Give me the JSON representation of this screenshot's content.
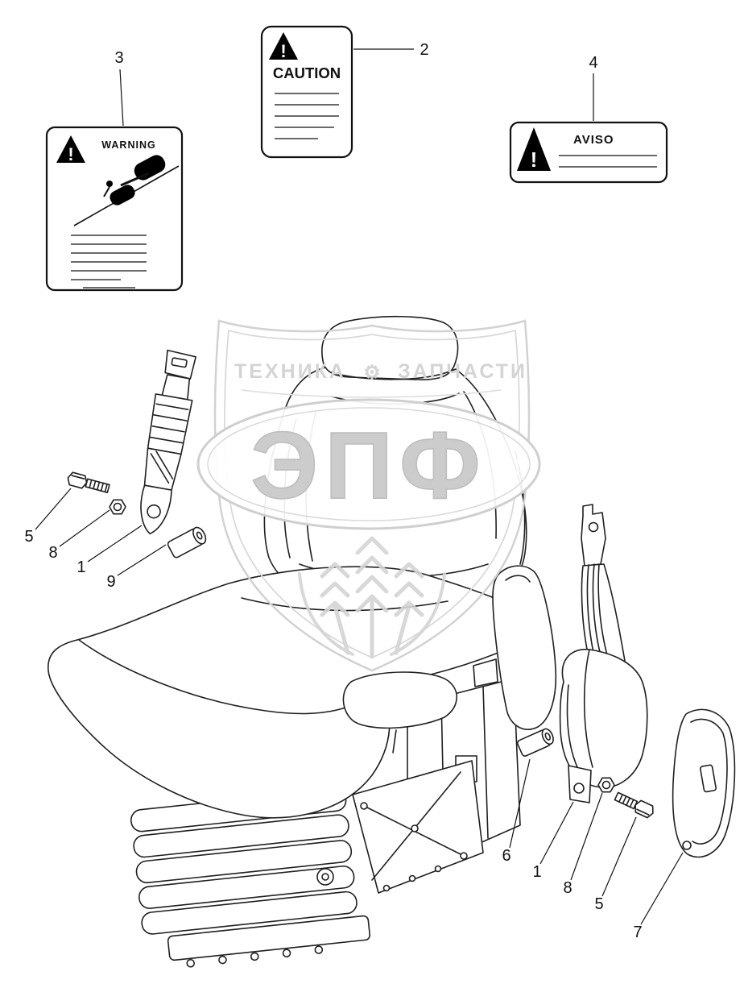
{
  "labels": {
    "caution": {
      "callout": "2",
      "title": "CAUTION",
      "icon": "!"
    },
    "warning": {
      "callout": "3",
      "title": "WARNING",
      "icon": "!"
    },
    "aviso": {
      "callout": "4",
      "title": "AVISO",
      "icon": "!"
    }
  },
  "callouts": {
    "left": [
      {
        "num": "5",
        "part": "bolt"
      },
      {
        "num": "8",
        "part": "nut"
      },
      {
        "num": "1",
        "part": "seat-belt-buckle"
      },
      {
        "num": "9",
        "part": "spacer-bushing"
      }
    ],
    "right": [
      {
        "num": "6",
        "part": "spacer-bushing"
      },
      {
        "num": "1",
        "part": "seat-belt-retractor"
      },
      {
        "num": "8",
        "part": "nut"
      },
      {
        "num": "5",
        "part": "bolt"
      },
      {
        "num": "7",
        "part": "belt-guide-cover"
      }
    ]
  },
  "watermark": {
    "text_left": "ТЕХНИКА",
    "text_right": "ЗАПЧАСТИ",
    "gear": "⚙",
    "logo": "ЭПФ",
    "color": "#d4d4d4"
  },
  "colors": {
    "line": "#1f1f1f",
    "label_border": "#111111"
  }
}
